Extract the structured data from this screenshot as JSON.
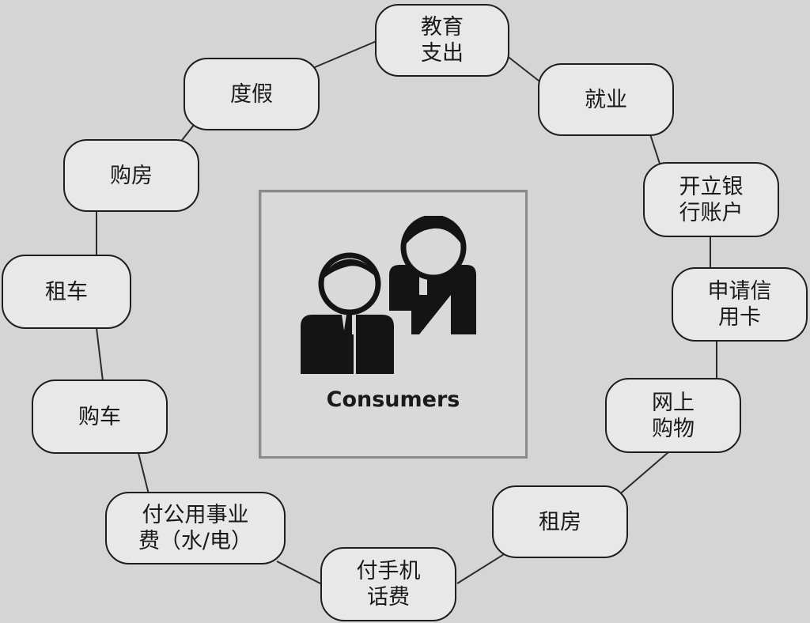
{
  "center": {
    "title": "Consumers",
    "icon": "people-icon"
  },
  "nodes": [
    {
      "id": "education",
      "label": "教育\n支出"
    },
    {
      "id": "employment",
      "label": "就业"
    },
    {
      "id": "bank-account",
      "label": "开立银\n行账户"
    },
    {
      "id": "credit-card",
      "label": "申请信\n用卡"
    },
    {
      "id": "online-shopping",
      "label": "网上\n购物"
    },
    {
      "id": "rent-house",
      "label": "租房"
    },
    {
      "id": "phone-bill",
      "label": "付手机\n话费"
    },
    {
      "id": "utilities",
      "label": "付公用事业\n费（水/电）"
    },
    {
      "id": "buy-car",
      "label": "购车"
    },
    {
      "id": "rent-car",
      "label": "租车"
    },
    {
      "id": "buy-house",
      "label": "购房"
    },
    {
      "id": "vacation",
      "label": "度假"
    }
  ]
}
